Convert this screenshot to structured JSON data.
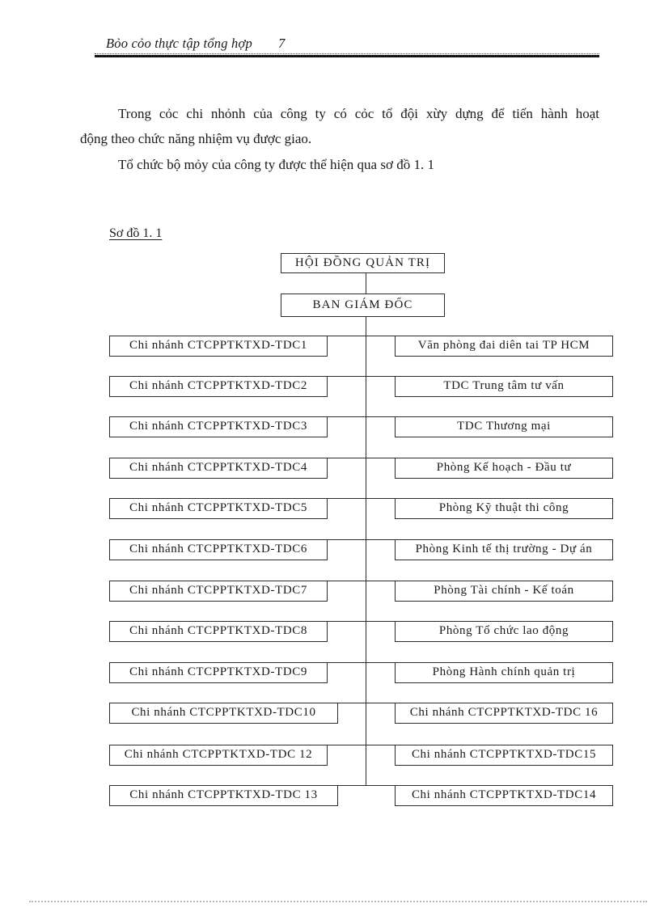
{
  "header": {
    "title": "Bỏo cỏo thực tập tổng hợp",
    "page_number": "7"
  },
  "body_text": {
    "paragraph1_line1": "Trong cỏc chi nhỏnh của công ty có cỏc tổ đội xừy dựng để tiến hành hoạt",
    "paragraph1_line2": "động theo chức năng nhiệm vụ được giao.",
    "paragraph2": "Tổ chức bộ mỏy của công ty được thể hiện qua sơ đồ 1. 1",
    "diagram_caption": "Sơ đồ 1. 1"
  },
  "org_chart": {
    "root": "HỘI ĐỒNG QUẢN TRỊ",
    "board": "BAN GIÁM ĐỐC",
    "left_column": [
      "Chi nhánh CTCPPTKTXD-TDC1",
      "Chi nhánh CTCPPTKTXD-TDC2",
      "Chi nhánh CTCPPTKTXD-TDC3",
      "Chi nhánh CTCPPTKTXD-TDC4",
      "Chi nhánh CTCPPTKTXD-TDC5",
      "Chi nhánh CTCPPTKTXD-TDC6",
      "Chi nhánh CTCPPTKTXD-TDC7",
      "Chi nhánh CTCPPTKTXD-TDC8",
      "Chi nhánh CTCPPTKTXD-TDC9",
      "Chi nhánh CTCPPTKTXD-TDC10",
      "Chi nhánh CTCPPTKTXD-TDC 12",
      "Chi nhánh CTCPPTKTXD-TDC 13"
    ],
    "right_column": [
      "Văn phòng đai diên tai TP HCM",
      "TDC Trung tâm tư vấn",
      "TDC Thương mại",
      "Phòng Kế hoạch - Đầu tư",
      "Phòng Kỹ thuật thi công",
      "Phòng Kinh tế thị trường - Dự án",
      "Phòng Tài chính - Kế toán",
      "Phòng Tổ chức lao động",
      "Phòng Hành chính quản trị",
      "Chi nhánh CTCPPTKTXD-TDC 16",
      "Chi nhánh CTCPPTKTXD-TDC15",
      "Chi nhánh CTCPPTKTXD-TDC14"
    ]
  },
  "colors": {
    "text": "#1a1a1a",
    "box_border": "#2b2b2b",
    "header_rule": "#141414",
    "bottom_dotted_line": "#aebfa5"
  }
}
